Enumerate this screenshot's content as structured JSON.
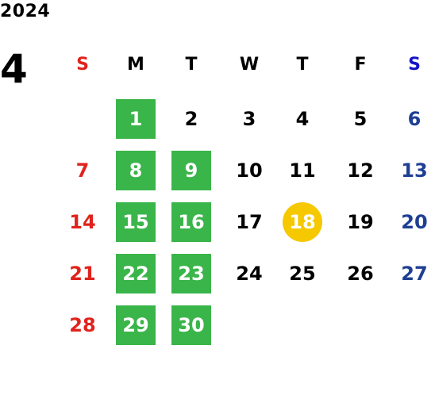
{
  "year": "2024",
  "month": "4",
  "weekdays": [
    "S",
    "M",
    "T",
    "W",
    "T",
    "F",
    "S"
  ],
  "colors": {
    "sunday": "#e0231c",
    "saturday": "#1f3f93",
    "saturday_header": "#1515c8",
    "weekday": "#000000",
    "highlight_green": "#3ab54a",
    "today": "#f5c800"
  },
  "days": [
    {
      "label": "1",
      "highlight": "green"
    },
    {
      "label": "2",
      "highlight": ""
    },
    {
      "label": "3",
      "highlight": ""
    },
    {
      "label": "4",
      "highlight": ""
    },
    {
      "label": "5",
      "highlight": ""
    },
    {
      "label": "6",
      "highlight": ""
    },
    {
      "label": "7",
      "highlight": ""
    },
    {
      "label": "8",
      "highlight": "green"
    },
    {
      "label": "9",
      "highlight": "green"
    },
    {
      "label": "10",
      "highlight": ""
    },
    {
      "label": "11",
      "highlight": ""
    },
    {
      "label": "12",
      "highlight": ""
    },
    {
      "label": "13",
      "highlight": ""
    },
    {
      "label": "14",
      "highlight": ""
    },
    {
      "label": "15",
      "highlight": "green"
    },
    {
      "label": "16",
      "highlight": "green"
    },
    {
      "label": "17",
      "highlight": ""
    },
    {
      "label": "18",
      "highlight": "today"
    },
    {
      "label": "19",
      "highlight": ""
    },
    {
      "label": "20",
      "highlight": ""
    },
    {
      "label": "21",
      "highlight": ""
    },
    {
      "label": "22",
      "highlight": "green"
    },
    {
      "label": "23",
      "highlight": "green"
    },
    {
      "label": "24",
      "highlight": ""
    },
    {
      "label": "25",
      "highlight": ""
    },
    {
      "label": "26",
      "highlight": ""
    },
    {
      "label": "27",
      "highlight": ""
    },
    {
      "label": "28",
      "highlight": ""
    },
    {
      "label": "29",
      "highlight": "green"
    },
    {
      "label": "30",
      "highlight": "green"
    }
  ]
}
